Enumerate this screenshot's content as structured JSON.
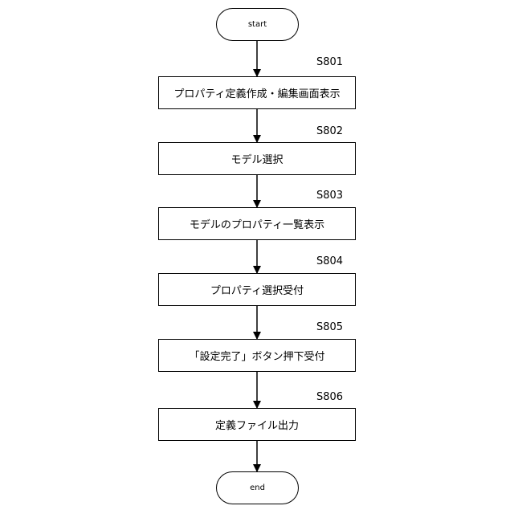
{
  "diagram": {
    "start_label": "start",
    "end_label": "end",
    "steps": [
      {
        "id": "S801",
        "text": "プロパティ定義作成・編集画面表示"
      },
      {
        "id": "S802",
        "text": "モデル選択"
      },
      {
        "id": "S803",
        "text": "モデルのプロパティ一覧表示"
      },
      {
        "id": "S804",
        "text": "プロパティ選択受付"
      },
      {
        "id": "S805",
        "text": "「設定完了」ボタン押下受付"
      },
      {
        "id": "S806",
        "text": "定義ファイル出力"
      }
    ]
  }
}
